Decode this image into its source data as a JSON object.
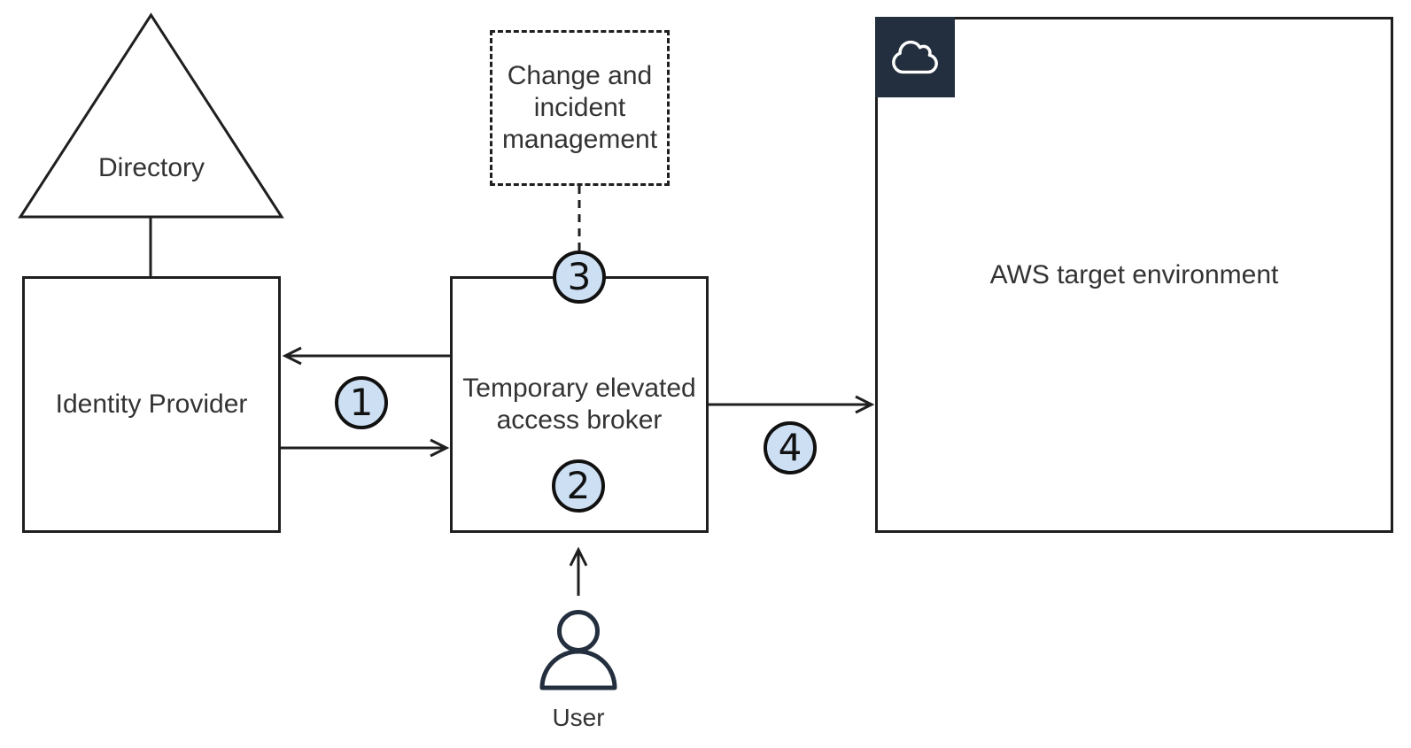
{
  "diagram": {
    "colors": {
      "background": "#ffffff",
      "stroke": "#1f1f1f",
      "text": "#333333",
      "step_circle_fill": "#cddff3",
      "step_circle_stroke": "#111111",
      "aws_badge_background": "#232f3e",
      "person_icon_stroke": "#232f3e",
      "cloud_icon_stroke": "#ffffff"
    },
    "nodes": {
      "directory": {
        "label": "Directory",
        "shape": "triangle"
      },
      "identity_provider": {
        "label": "Identity Provider",
        "shape": "rectangle"
      },
      "change_management": {
        "label": "Change and incident management",
        "shape": "dashed-rectangle"
      },
      "broker": {
        "label": "Temporary elevated access broker",
        "shape": "rectangle"
      },
      "aws_target": {
        "label": "AWS target environment",
        "shape": "rectangle",
        "icon": "cloud-icon"
      },
      "user": {
        "label": "User",
        "icon": "person-icon"
      }
    },
    "steps": [
      {
        "number": "1"
      },
      {
        "number": "2"
      },
      {
        "number": "3"
      },
      {
        "number": "4"
      }
    ]
  }
}
